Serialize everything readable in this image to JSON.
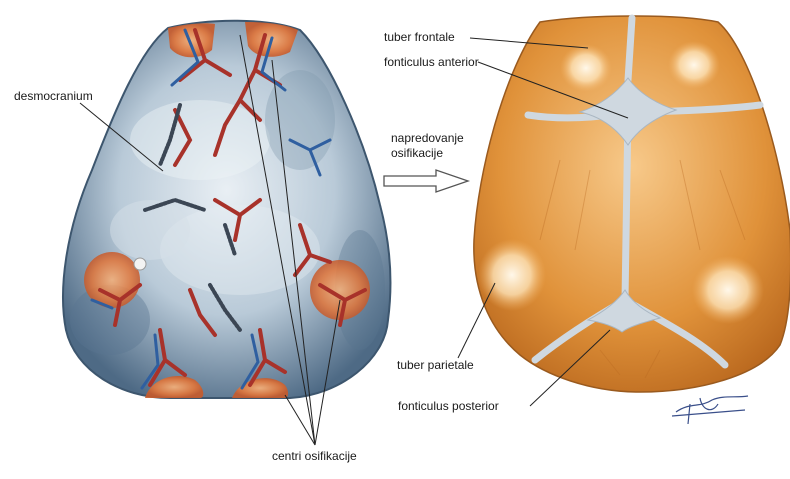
{
  "labels": {
    "desmocranium": "desmocranium",
    "tuber_frontale": "tuber frontale",
    "fonticulus_anterior": "fonticulus anterior",
    "napredovanje": "napredovanje",
    "osifikacije": "osifikacije",
    "tuber_parietale": "tuber parietale",
    "fonticulus_posterior": "fonticulus posterior",
    "centri_osifikacije": "centri osifikacije"
  },
  "colors": {
    "membrane": "#b8c9d6",
    "membrane_dark": "#5f7a92",
    "bone": "#d98a2e",
    "bone_light": "#f5c98a",
    "artery": "#a8322a",
    "vein": "#2f5fa0",
    "fontanelle": "#cfd8e0"
  },
  "icons": {
    "arrow": "hollow-right-arrow",
    "signature": "artist-signature"
  }
}
